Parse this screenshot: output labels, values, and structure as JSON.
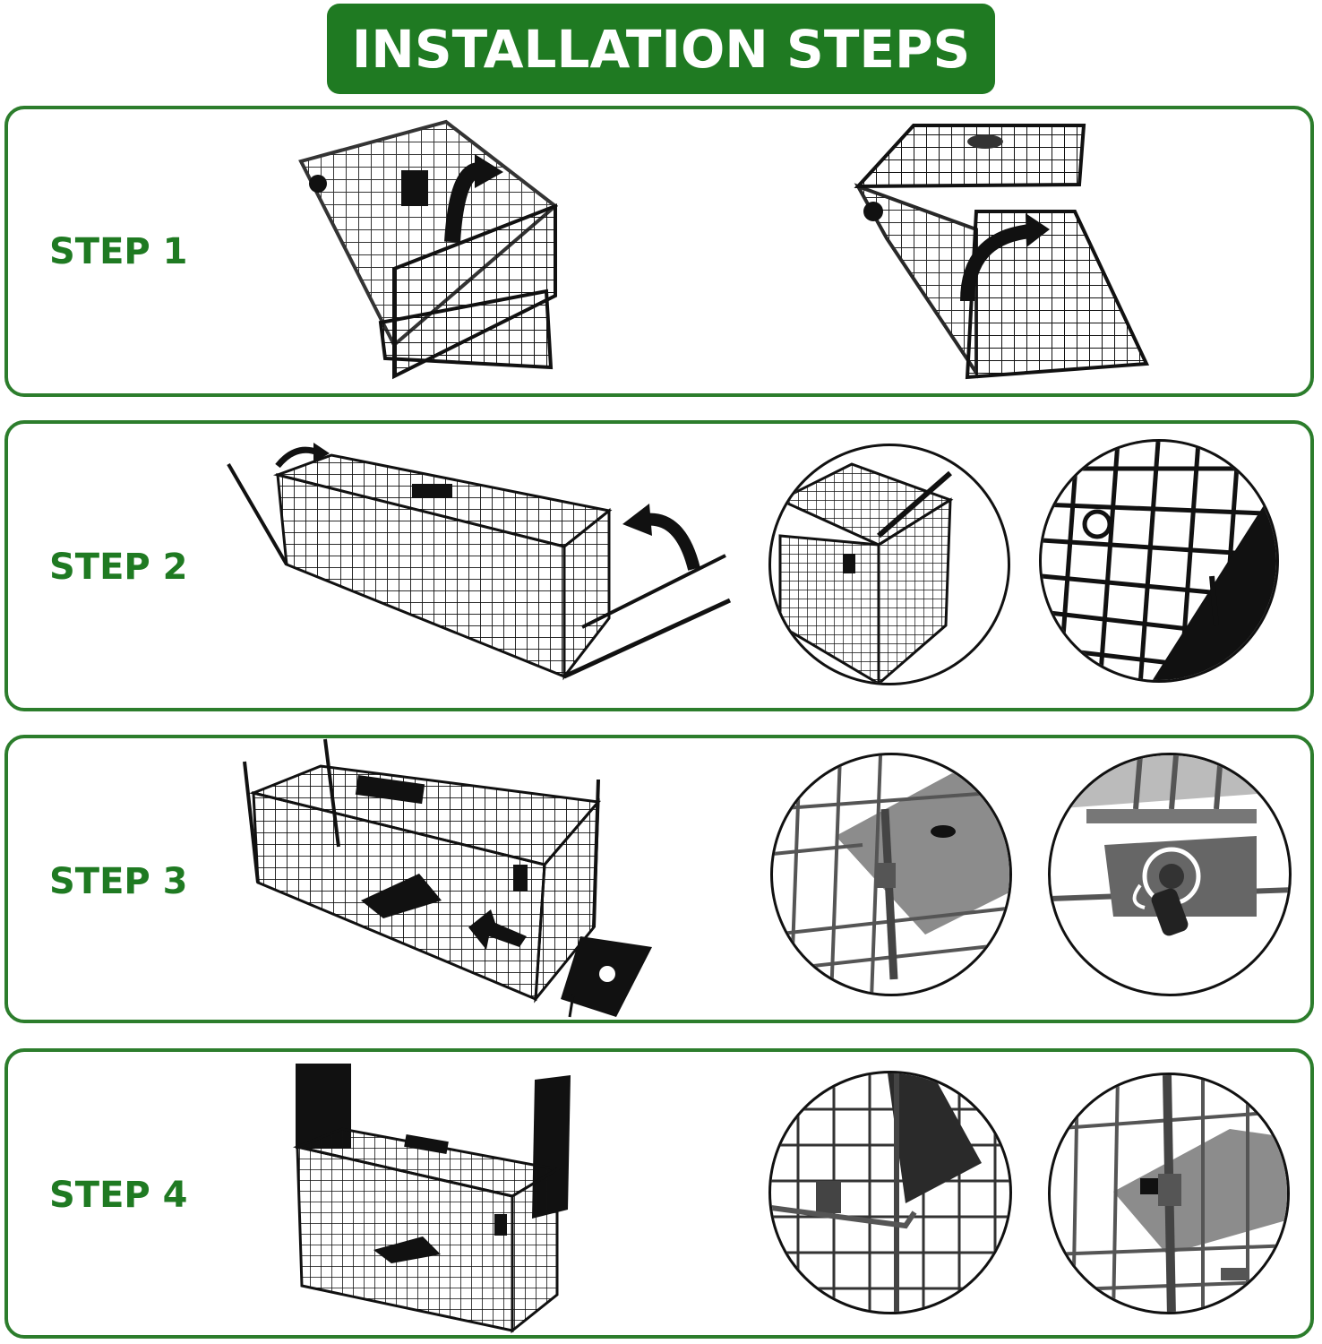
{
  "header": {
    "title": "INSTALLATION STEPS"
  },
  "steps": [
    {
      "label": "STEP 1"
    },
    {
      "label": "STEP 2"
    },
    {
      "label": "STEP 3"
    },
    {
      "label": "STEP 4"
    }
  ],
  "colors": {
    "brand_green": "#1f7a22",
    "panel_border": "#2c7d2c",
    "wire": "#111111",
    "text_white": "#ffffff"
  }
}
